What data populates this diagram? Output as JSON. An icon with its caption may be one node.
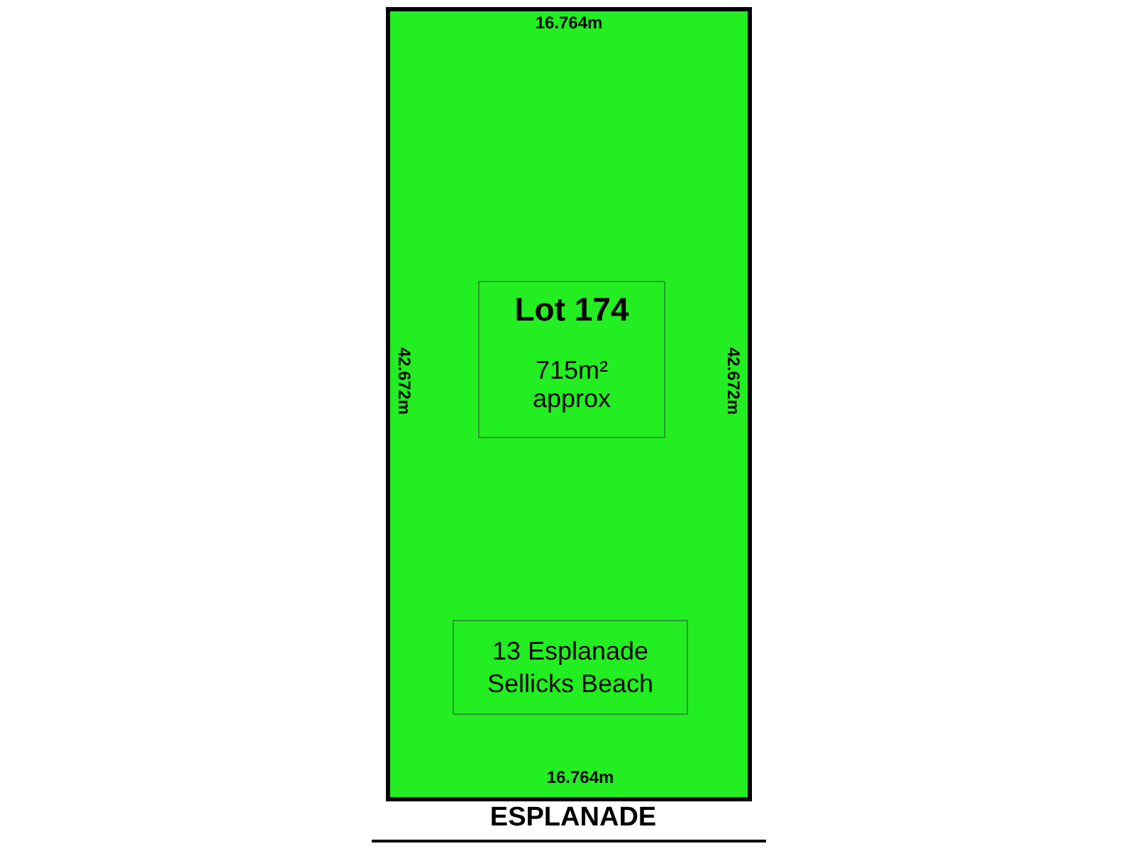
{
  "diagram": {
    "nodes": [
      {
        "text": [],
        "shape": "box"
      },
      {
        "text": [
          "Lot 174",
          "715m² approx"
        ],
        "in": 0
      },
      {
        "text": [
          "13 Esplanade Sellicks Beach"
        ],
        "in": 0
      }
    ],
    "edges": [],
    "labels": [
      "16.764m",
      "42.672m",
      "42.672m",
      "16.764m",
      "ESPLANADE"
    ]
  }
}
